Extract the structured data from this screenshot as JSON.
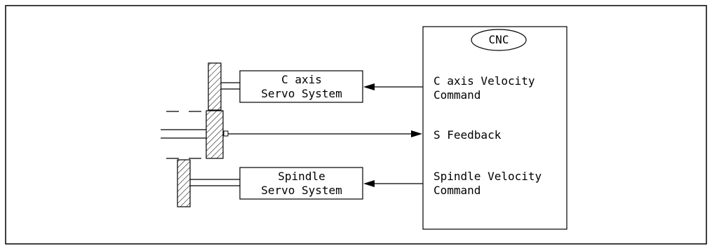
{
  "cnc": {
    "title": "CNC",
    "c_axis_command": [
      "C axis Velocity",
      "Command"
    ],
    "s_feedback": "S Feedback",
    "spindle_command": [
      "Spindle Velocity",
      "Command"
    ]
  },
  "c_axis_servo": [
    "C axis",
    "Servo System"
  ],
  "spindle_servo": [
    "Spindle",
    "Servo System"
  ]
}
